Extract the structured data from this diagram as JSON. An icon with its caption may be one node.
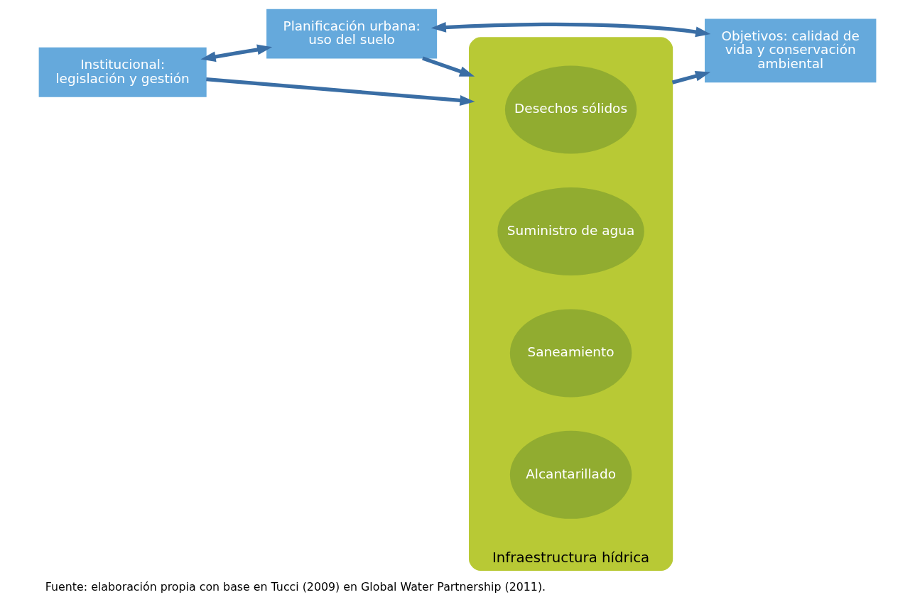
{
  "diagram": {
    "caption": "Fuente: elaboración propia con base en Tucci (2009) en Global Water Partnership (2011).",
    "nodes": [
      {
        "text": [
          "Planificación urbana: uso del suelo"
        ]
      },
      {
        "text": [
          "Institucional: legislación y gestión"
        ]
      },
      {
        "text": [
          "Objetivos: calidad de vida y conservación ambiental"
        ]
      },
      {
        "text": [
          "Infraestructura hídrica"
        ]
      },
      {
        "text": [
          "Desechos sólidos"
        ],
        "in": 3
      },
      {
        "text": [
          "Suministro de agua"
        ],
        "in": 3
      },
      {
        "text": [
          "Saneamiento"
        ],
        "in": 3
      },
      {
        "text": [
          "Alcantarillado"
        ],
        "in": 3
      }
    ],
    "edges": [
      {
        "from": 1,
        "to": 0,
        "arrow": "both"
      },
      {
        "from": 0,
        "to": 2,
        "arrow": "both"
      },
      {
        "from": 0,
        "to": 3,
        "arrow": "to"
      },
      {
        "from": 1,
        "to": 3,
        "arrow": "to"
      },
      {
        "from": 3,
        "to": 2,
        "arrow": "to"
      }
    ]
  }
}
